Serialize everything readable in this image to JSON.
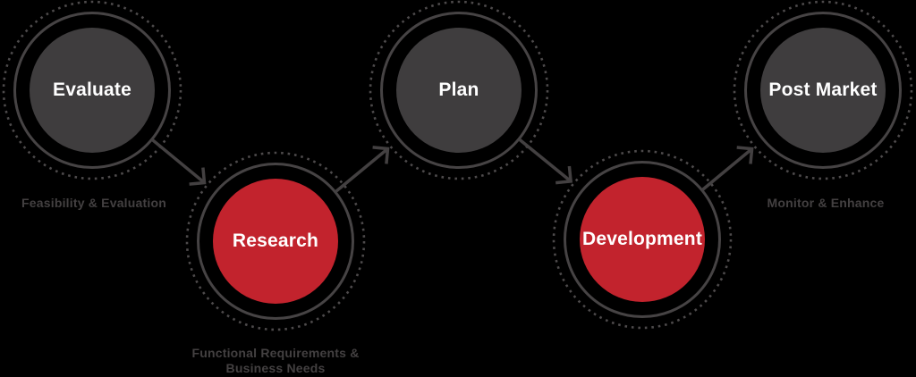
{
  "diagram": {
    "nodes": [
      {
        "label": "Evaluate",
        "sublabel": "Feasibility & Evaluation",
        "variant": "dark"
      },
      {
        "label": "Research",
        "sublabel": "Functional Requirements & Business Needs",
        "variant": "red"
      },
      {
        "label": "Plan",
        "sublabel": "",
        "variant": "dark"
      },
      {
        "label": "Development",
        "sublabel": "",
        "variant": "red"
      },
      {
        "label": "Post Market",
        "sublabel": "Monitor & Enhance",
        "variant": "dark"
      }
    ]
  },
  "colors": {
    "background": "#000000",
    "dark_circle": "#3f3d3e",
    "red_circle": "#c2232d",
    "solid_ring": "#464344",
    "dotted_ring": "#4d4a4b",
    "arrow": "#434041",
    "sublabel_text": "#434041",
    "node_text": "#ffffff"
  }
}
